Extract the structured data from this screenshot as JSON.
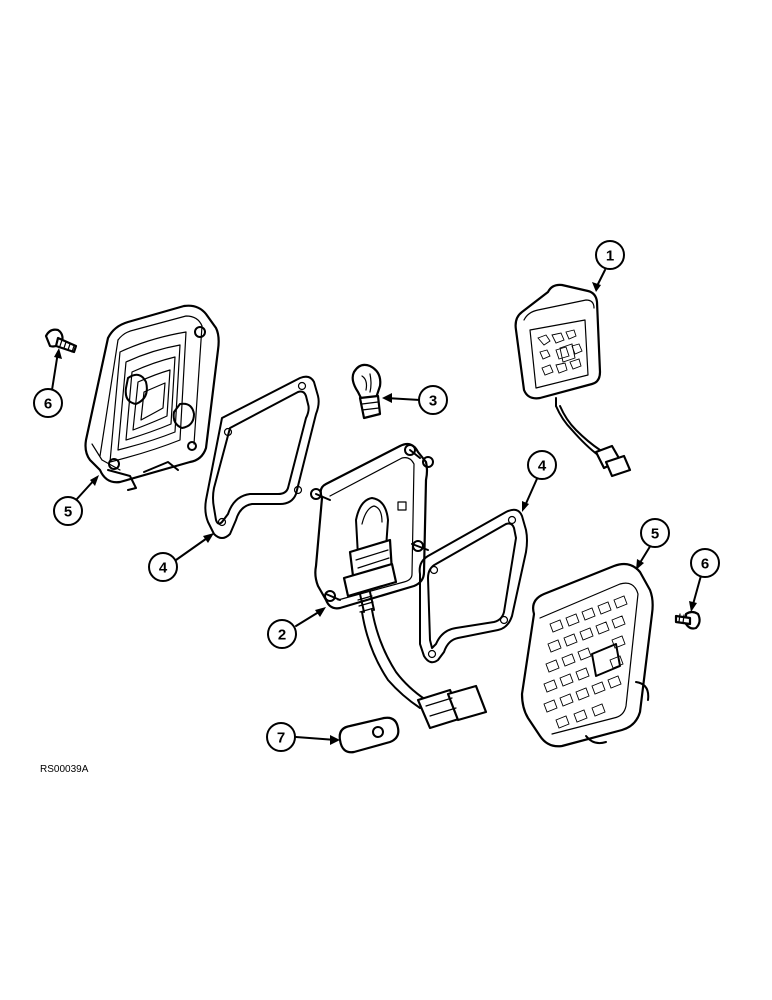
{
  "figure_code": "RS00039A",
  "callouts": [
    {
      "id": "c1",
      "label": "1"
    },
    {
      "id": "c2",
      "label": "2"
    },
    {
      "id": "c3",
      "label": "3"
    },
    {
      "id": "c4a",
      "label": "4"
    },
    {
      "id": "c4b",
      "label": "4"
    },
    {
      "id": "c5a",
      "label": "5"
    },
    {
      "id": "c5b",
      "label": "5"
    },
    {
      "id": "c6a",
      "label": "6"
    },
    {
      "id": "c6b",
      "label": "6"
    },
    {
      "id": "c7",
      "label": "7"
    }
  ]
}
